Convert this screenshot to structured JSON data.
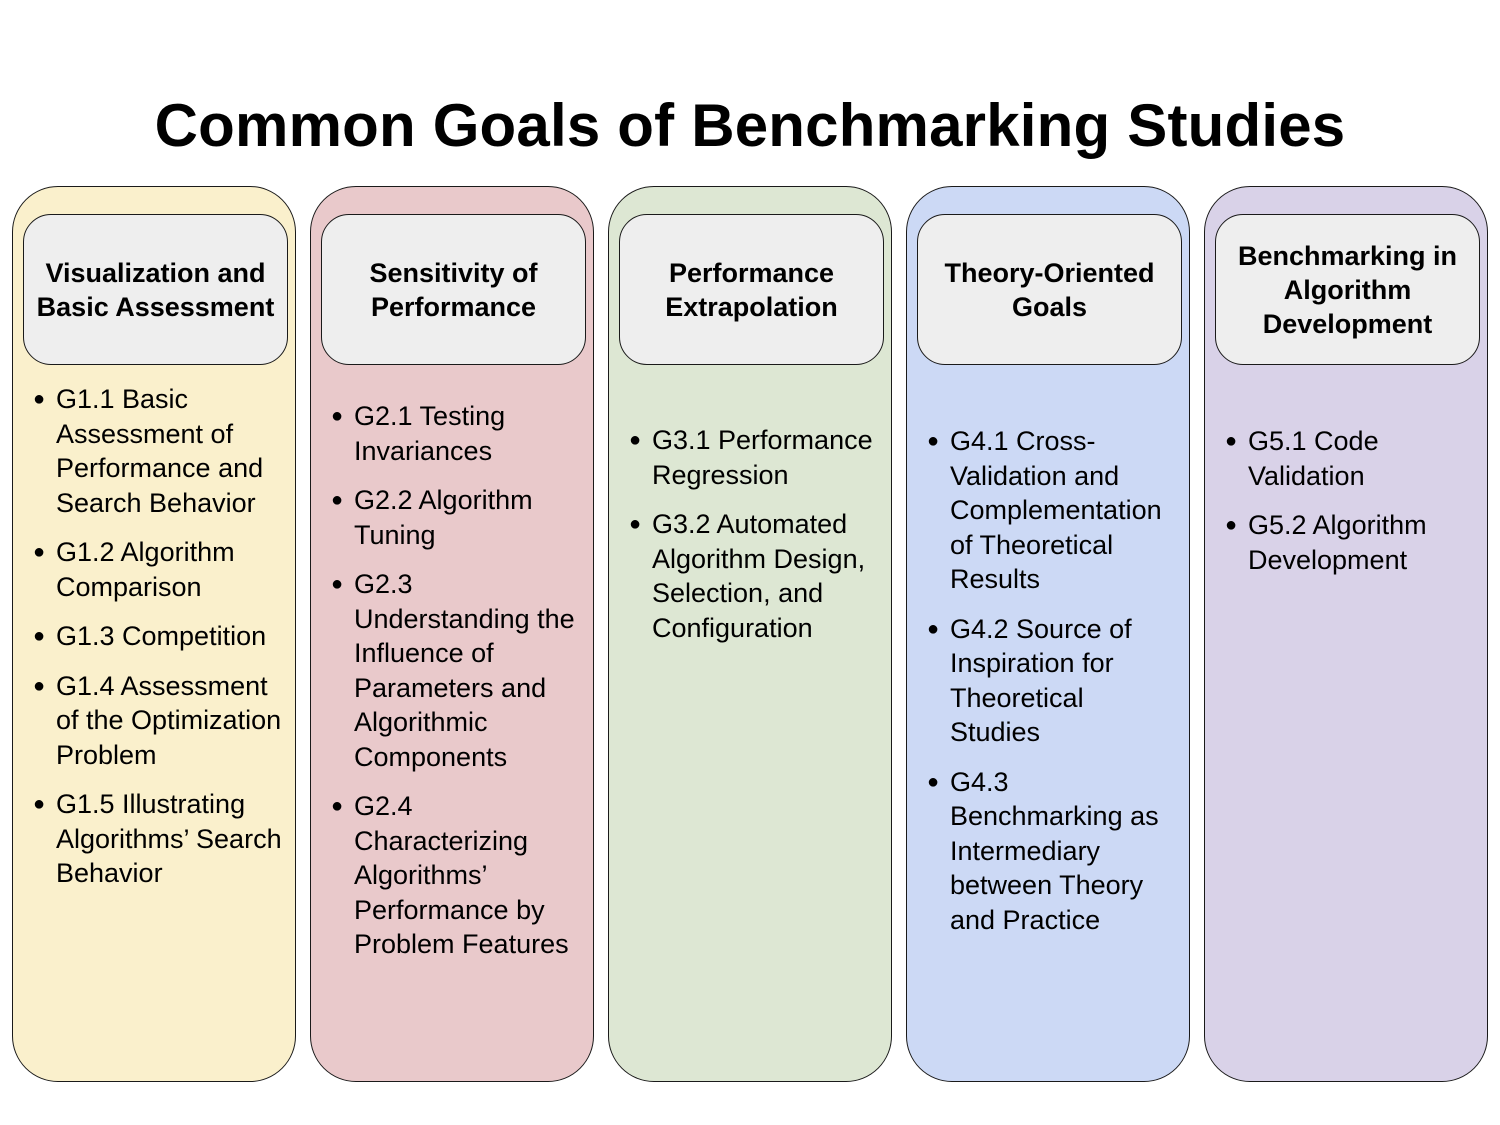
{
  "title": "Common Goals of Benchmarking Studies",
  "columns": [
    {
      "header": "Visualization and Basic Assessment",
      "color": "#faf0cc",
      "items": [
        "G1.1 Basic Assessment of Performance and Search Behavior",
        "G1.2 Algorithm Comparison",
        "G1.3 Competition",
        "G1.4 Assessment of the Optimization Problem",
        "G1.5 Illustrating Algorithms’ Search Behavior"
      ]
    },
    {
      "header": "Sensitivity of Performance",
      "color": "#e9c9cb",
      "items": [
        "G2.1 Testing Invariances",
        "G2.2 Algorithm Tuning",
        "G2.3 Understanding the Influence of Parameters and Algorithmic Components",
        "G2.4 Characterizing Algorithms’ Performance by Problem Features"
      ]
    },
    {
      "header": "Performance Extrapolation",
      "color": "#dde7d3",
      "items": [
        "G3.1 Performance Regression",
        "G3.2 Automated Algorithm Design, Selection, and Configuration"
      ]
    },
    {
      "header": "Theory-Oriented Goals",
      "color": "#ccd9f5",
      "items": [
        "G4.1 Cross-Validation and Complementation of Theoretical Results",
        "G4.2 Source of Inspiration for Theoretical Studies",
        "G4.3 Benchmarking as Intermediary between Theory and Practice"
      ]
    },
    {
      "header": "Benchmarking in Algorithm Development",
      "color": "#d9d2e8",
      "items": [
        "G5.1 Code Validation",
        "G5.2 Algorithm Development"
      ]
    }
  ]
}
